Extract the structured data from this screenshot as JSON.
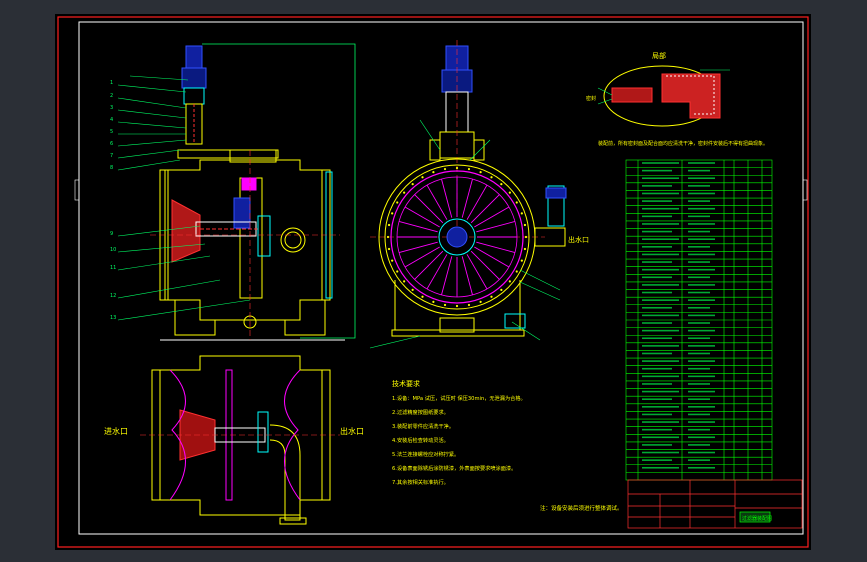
{
  "window": {
    "background": "#2b2f36",
    "sheet_background": "#000000"
  },
  "colors": {
    "frame": "#ff2020",
    "border": "#ffffff",
    "outline": "#ffff00",
    "table": "#00ff00",
    "magenta": "#ff00ff",
    "cyan": "#00ffff",
    "blue": "#3050ff",
    "red": "#ff3030",
    "leader": "#00ff66",
    "white": "#ffffff"
  },
  "labels": {
    "side_left_inlet": "进水口",
    "side_right_outlet": "出水口",
    "right_outlet": "出水口",
    "detail_title": "局部",
    "detail_seal": "密封",
    "section_note": "装配前，所有密封面及配合面均应清洗干净，密封件安装后不得有扭曲现象。",
    "tech_req_title": "技术要求",
    "tech_req": [
      "1.设备：MPa 试压，试压时 保压30min，无泄漏为合格。",
      "2.过滤精度按图纸要求。",
      "3.装配前零件应清洗干净。",
      "4.安装后检查转动灵活。",
      "5.法兰连接螺栓应对称拧紧。",
      "6.设备表面除锈后涂防锈漆，外表面按要求喷涂面漆。",
      "7.其余按相关标准执行。"
    ],
    "bottom_note": "注：设备安装后须进行整体调试。",
    "title_block_name": "过滤器装配图"
  },
  "bom": {
    "rows": 42
  }
}
